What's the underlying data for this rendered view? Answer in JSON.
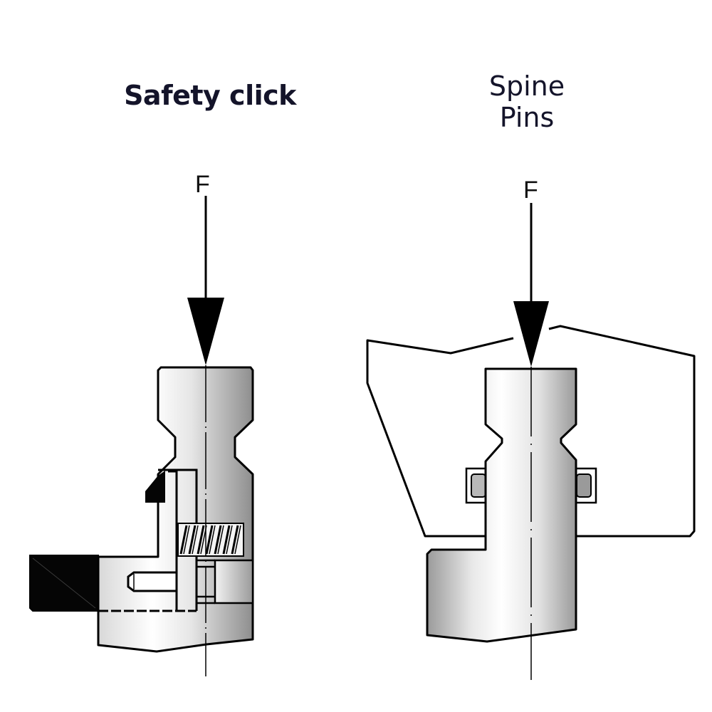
{
  "diagram": {
    "left_panel": {
      "title": "Safety click",
      "force_label": "F",
      "components": [
        "force-arrow",
        "pin-body",
        "safety-click-latch",
        "spring",
        "guide-pin",
        "clamp-block",
        "center-line"
      ]
    },
    "right_panel": {
      "title_lines": [
        "Spine",
        "Pins"
      ],
      "force_label": "F",
      "components": [
        "force-arrow",
        "clamp-housing",
        "pin-body",
        "spine-pin-left",
        "spine-pin-right",
        "center-line"
      ]
    },
    "colors": {
      "title_text": "#14142a",
      "outline": "#000000",
      "body_light": "#ffffff",
      "body_shade": "#9a9a9a",
      "block_dark": "#000000"
    }
  }
}
